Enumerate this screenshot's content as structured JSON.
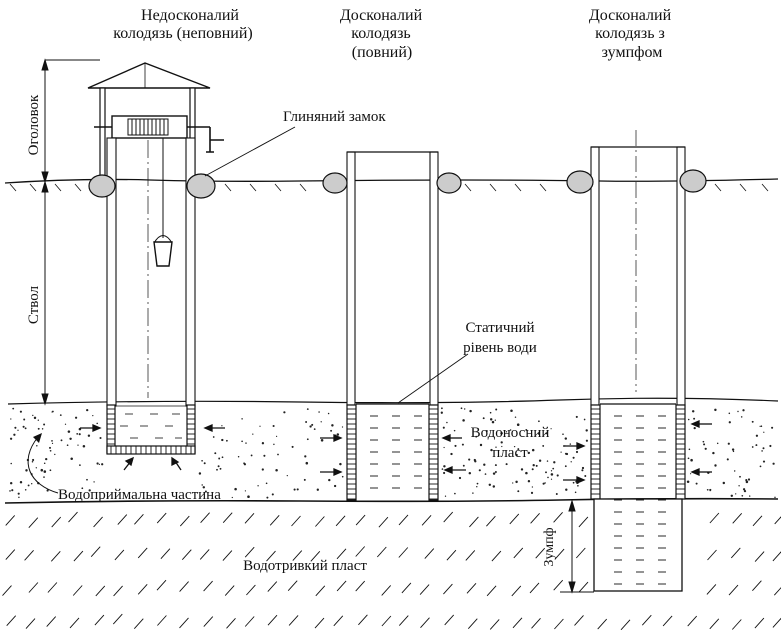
{
  "titles": {
    "incomplete_well_line1": "Недосконалий",
    "incomplete_well_line2": "колодязь (неповний)",
    "complete_well_line1": "Досконалий",
    "complete_well_line2": "колодязь",
    "complete_well_line3": "(повний)",
    "sump_well_line1": "Досконалий",
    "sump_well_line2": "колодязь з",
    "sump_well_line3": "зумпфом"
  },
  "labels": {
    "clay_lock": "Глиняний замок",
    "static_level_line1": "Статичний",
    "static_level_line2": "рівень води",
    "aquifer_line1": "Водоносний",
    "aquifer_line2": "пласт",
    "intake_part": "Водоприймальна частина",
    "impermeable_layer": "Водотривкий пласт"
  },
  "side_labels": {
    "head": "Оголовок",
    "shaft": "Ствол",
    "sump": "Зумпф"
  },
  "colors": {
    "line": "#111111",
    "background": "#ffffff"
  }
}
